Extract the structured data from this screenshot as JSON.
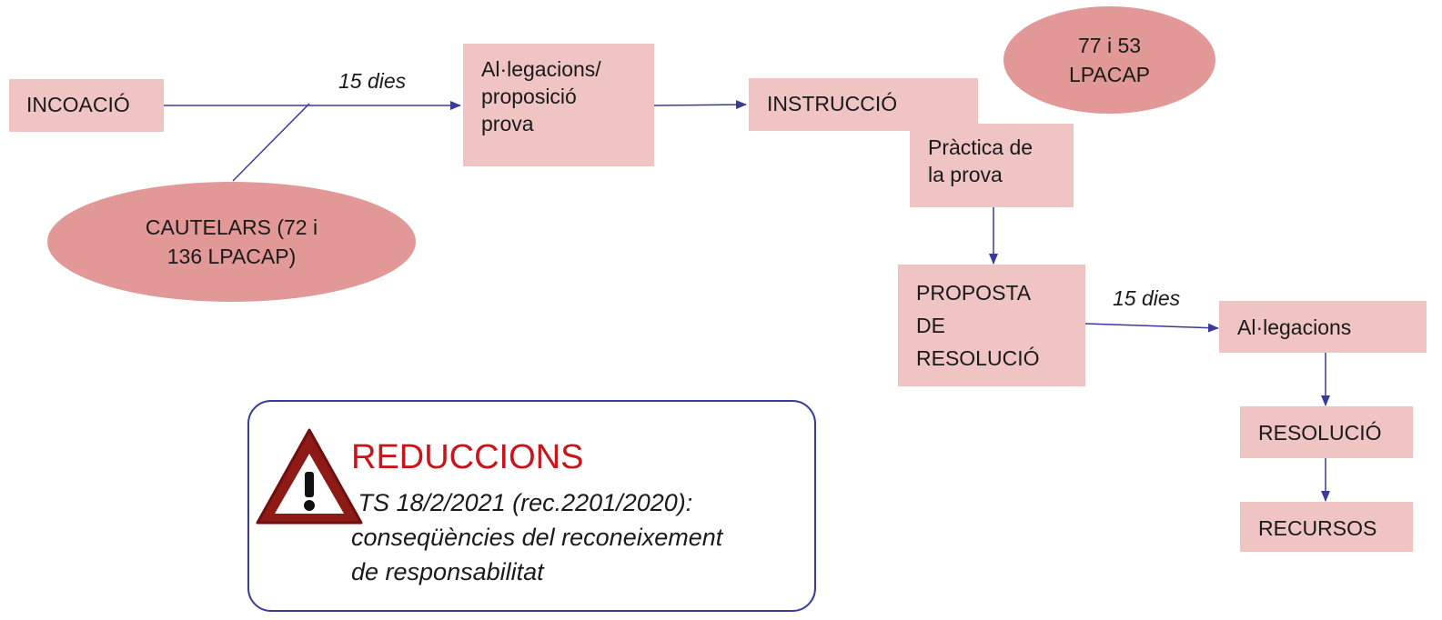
{
  "nodes": {
    "incoacio": "INCOACIÓ",
    "allegacions_proposicio": [
      "Al·legacions/",
      "proposició",
      "prova"
    ],
    "instruccio": "INSTRUCCIÓ",
    "practica_prova": [
      "Pràctica de",
      "la prova"
    ],
    "proposta_resolucio": [
      "PROPOSTA",
      "DE",
      "RESOLUCIÓ"
    ],
    "allegacions": "Al·legacions",
    "resolucio": "RESOLUCIÓ",
    "recursos": "RECURSOS"
  },
  "ellipses": {
    "cautelars": [
      "CAUTELARS (72 i",
      "136 LPACAP)"
    ],
    "lpacap_77_53": [
      "77 i 53",
      "LPACAP"
    ]
  },
  "edge_labels": {
    "days_1": "15 dies",
    "days_2": "15 dies"
  },
  "warning": {
    "icon": "warning-triangle-icon",
    "title": "REDUCCIONS",
    "lines": [
      " TS 18/2/2021 (rec.2201/2020):",
      "conseqüències del reconeixement",
      "de responsabilitat"
    ]
  },
  "colors": {
    "box_fill": "#efc4c2",
    "ellipse_fill": "#e19896",
    "arrow": "#3a3a9e",
    "warning_title": "#c8141a"
  }
}
